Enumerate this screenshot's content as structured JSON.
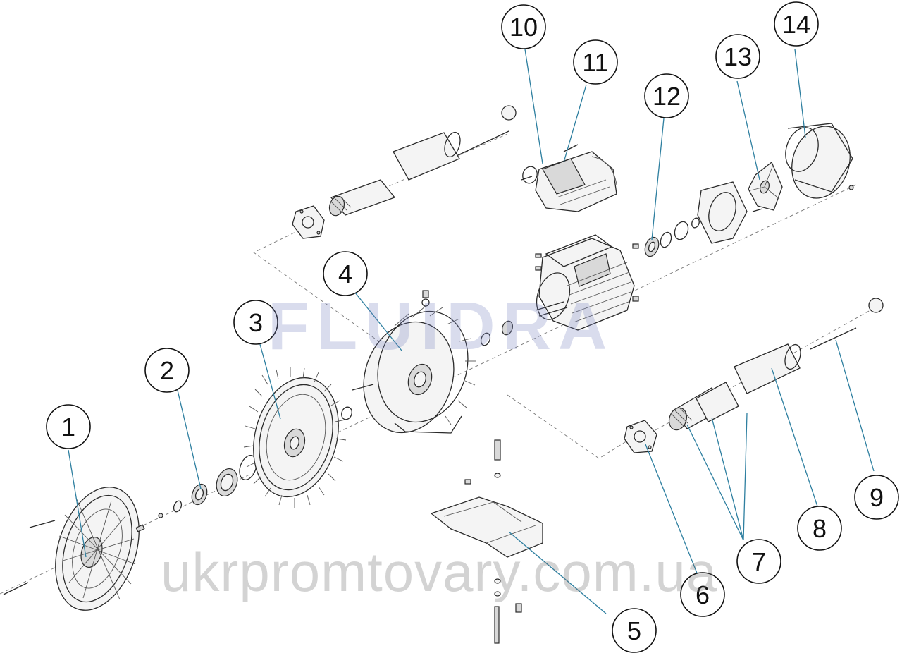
{
  "diagram": {
    "watermark_brand": "FLUIDRA",
    "watermark_site": "ukrpromtovary.com.ua",
    "callouts": [
      {
        "id": "1",
        "label": "1"
      },
      {
        "id": "2",
        "label": "2"
      },
      {
        "id": "3",
        "label": "3"
      },
      {
        "id": "4",
        "label": "4"
      },
      {
        "id": "5",
        "label": "5"
      },
      {
        "id": "6",
        "label": "6"
      },
      {
        "id": "7",
        "label": "7"
      },
      {
        "id": "8",
        "label": "8"
      },
      {
        "id": "9",
        "label": "9"
      },
      {
        "id": "10",
        "label": "10"
      },
      {
        "id": "11",
        "label": "11"
      },
      {
        "id": "12",
        "label": "12"
      },
      {
        "id": "13",
        "label": "13"
      },
      {
        "id": "14",
        "label": "14"
      }
    ],
    "colors": {
      "leader": "#2e7fa0",
      "lines": "#2a2a2a",
      "watermark_brand": "#7882be"
    }
  }
}
